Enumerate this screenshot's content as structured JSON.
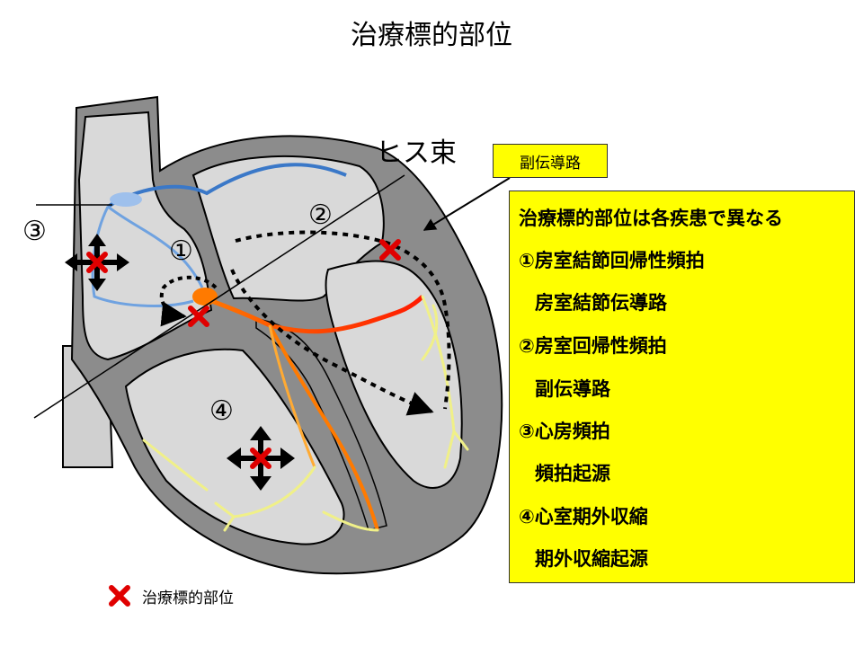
{
  "title": "治療標的部位",
  "labels": {
    "his_bundle": "ヒス束",
    "accessory_pathway": "副伝導路",
    "n1": "①",
    "n2": "②",
    "n3": "③",
    "n4": "④"
  },
  "info_panel": {
    "lines": [
      "治療標的部位は各疾患で異なる",
      "①房室結節回帰性頻拍",
      "房室結節伝導路",
      "②房室回帰性頻拍",
      "副伝導路",
      "③心房頻拍",
      "頻拍起源",
      "④心室期外収縮",
      "期外収縮起源"
    ]
  },
  "legend": {
    "label": "治療標的部位"
  },
  "colors": {
    "panel_bg": "#ffff00",
    "heart_wall": "#8c8c8c",
    "chamber": "#d9d9d9",
    "marker": "#e00000",
    "conduction_hot": "#ff4a00",
    "conduction_atrial": "#3a78c8",
    "conduction_purkinje": "#f0f088"
  }
}
